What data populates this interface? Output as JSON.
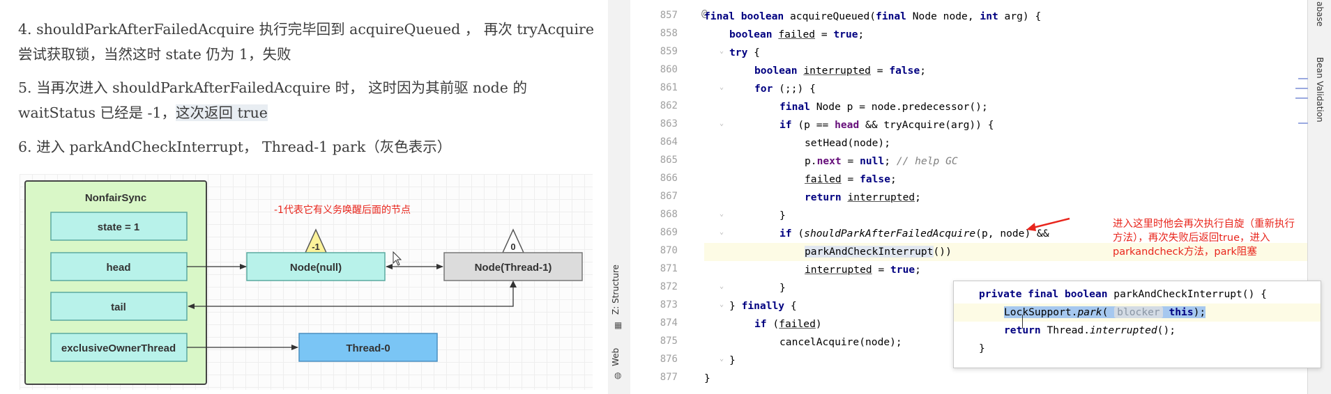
{
  "document": {
    "items": [
      {
        "lines": [
          "4. shouldParkAfterFailedAcquire 执行完毕回到 acquireQueued ， 再次 tryAcquire",
          "尝试获取锁，当然这时 state 仍为 1，失败"
        ]
      },
      {
        "lines": [
          "5. 当再次进入 shouldParkAfterFailedAcquire 时， 这时因为其前驱 node 的"
        ],
        "line2_plain": "waitStatus 已经是 -1，",
        "line2_highlight": "这次返回 true"
      },
      {
        "lines": [
          "6. 进入 parkAndCheckInterrupt， Thread-1 park（灰色表示）"
        ]
      }
    ]
  },
  "diagram": {
    "sync_title": "NonfairSync",
    "fields": [
      "state = 1",
      "head",
      "tail",
      "exclusiveOwnerThread"
    ],
    "annotation": "-1代表它有义务唤醒后面的节点",
    "node_null": "Node(null)",
    "node_null_status": "-1",
    "node_thread1": "Node(Thread-1)",
    "node_thread1_status": "0",
    "thread0": "Thread-0",
    "colors": {
      "green": "#d9f7c7",
      "green_border": "#333333",
      "cyan": "#b8f2ea",
      "cyan_border": "#5aa9a0",
      "triangle": "#fbf29a",
      "gray": "#dcdcdc",
      "blue": "#7ac5f5"
    }
  },
  "ide": {
    "left_tools": [
      "Z: Structure",
      "Web"
    ],
    "right_tools": [
      "abase",
      "Bean Validation"
    ],
    "line_numbers": [
      "857",
      "858",
      "859",
      "860",
      "861",
      "862",
      "863",
      "864",
      "865",
      "866",
      "867",
      "868",
      "869",
      "870",
      "871",
      "872",
      "873",
      "874",
      "875",
      "876",
      "877"
    ],
    "popup_lines": {
      "l1": "private final boolean parkAndCheckInterrupt() {",
      "l2_class": "LockSupport.",
      "l2_method": "park",
      "l2_hint": "blocker",
      "l2_arg": "this",
      "l3": "return Thread.interrupted();",
      "l4": "}"
    },
    "annotation_lines": [
      "进入这里时他会再次执行自旋（重新执行",
      "方法），再次失败后返回true，进入",
      "parkandcheck方法，park阻塞"
    ]
  }
}
